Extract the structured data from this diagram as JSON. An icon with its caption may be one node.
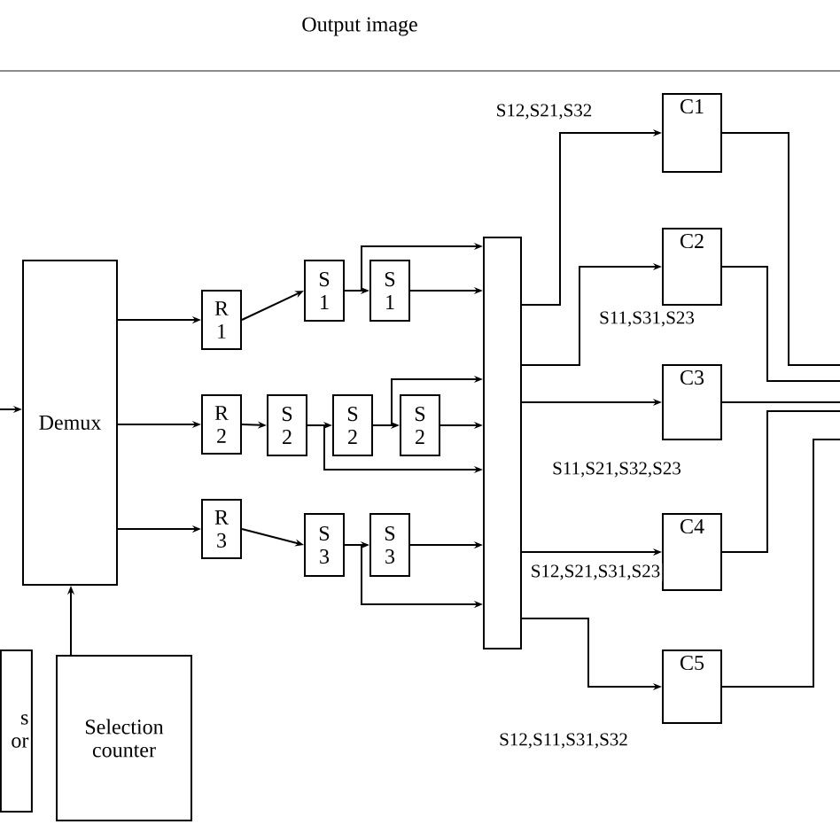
{
  "diagram": {
    "nodes": [
      {
        "text": [
          "Demux"
        ]
      },
      {
        "text": [
          "Selection counter"
        ]
      },
      {
        "text": [
          "s or"
        ]
      },
      {
        "text": [
          "R 1"
        ]
      },
      {
        "text": [
          "R 2"
        ]
      },
      {
        "text": [
          "R 3"
        ]
      },
      {
        "text": [
          "S 1"
        ]
      },
      {
        "text": [
          "S 1"
        ]
      },
      {
        "text": [
          "S 2"
        ]
      },
      {
        "text": [
          "S 2"
        ]
      },
      {
        "text": [
          "S 2"
        ]
      },
      {
        "text": [
          "S 3"
        ]
      },
      {
        "text": [
          "S 3"
        ]
      },
      {
        "text": [],
        "shape": "box"
      },
      {
        "text": [
          "C1"
        ]
      },
      {
        "text": [
          "C2"
        ]
      },
      {
        "text": [
          "C3"
        ]
      },
      {
        "text": [
          "C4"
        ]
      },
      {
        "text": [
          "C5"
        ]
      }
    ],
    "edges": [
      {
        "from": null,
        "to": 0,
        "arrow": "to"
      },
      {
        "from": 1,
        "to": 0,
        "arrow": "to"
      },
      {
        "from": 0,
        "to": 3,
        "arrow": "to"
      },
      {
        "from": 0,
        "to": 4,
        "arrow": "to"
      },
      {
        "from": 0,
        "to": 5,
        "arrow": "to"
      },
      {
        "from": 3,
        "to": 6,
        "arrow": "to"
      },
      {
        "from": 6,
        "to": 7,
        "arrow": "to"
      },
      {
        "from": 6,
        "to": 13,
        "arrow": "to"
      },
      {
        "from": 7,
        "to": 13,
        "arrow": "to"
      },
      {
        "from": 4,
        "to": 8,
        "arrow": "to"
      },
      {
        "from": 8,
        "to": 9,
        "arrow": "to"
      },
      {
        "from": 8,
        "to": 13,
        "arrow": "to"
      },
      {
        "from": 9,
        "to": 10,
        "arrow": "to"
      },
      {
        "from": 9,
        "to": 13,
        "arrow": "to"
      },
      {
        "from": 10,
        "to": 13,
        "arrow": "to"
      },
      {
        "from": 5,
        "to": 11,
        "arrow": "to"
      },
      {
        "from": 11,
        "to": 12,
        "arrow": "to"
      },
      {
        "from": 11,
        "to": 13,
        "arrow": "to"
      },
      {
        "from": 12,
        "to": 13,
        "arrow": "to"
      },
      {
        "from": 13,
        "to": 14,
        "arrow": "to",
        "label": "S12,S21,S32"
      },
      {
        "from": 13,
        "to": 15,
        "arrow": "to",
        "label": "S11,S31,S23"
      },
      {
        "from": 13,
        "to": 16,
        "arrow": "to",
        "label": "S11,S21,S32,S23"
      },
      {
        "from": 13,
        "to": 17,
        "arrow": "to",
        "label": "S12,S21,S31,S23"
      },
      {
        "from": 13,
        "to": 18,
        "arrow": "to",
        "label": "S12,S11,S31,S32"
      },
      {
        "from": 14,
        "to": null,
        "arrow": "none"
      },
      {
        "from": 15,
        "to": null,
        "arrow": "none"
      },
      {
        "from": 16,
        "to": null,
        "arrow": "none"
      },
      {
        "from": 17,
        "to": null,
        "arrow": "none"
      },
      {
        "from": 18,
        "to": null,
        "arrow": "none"
      }
    ],
    "labels": [
      "Output image"
    ]
  }
}
